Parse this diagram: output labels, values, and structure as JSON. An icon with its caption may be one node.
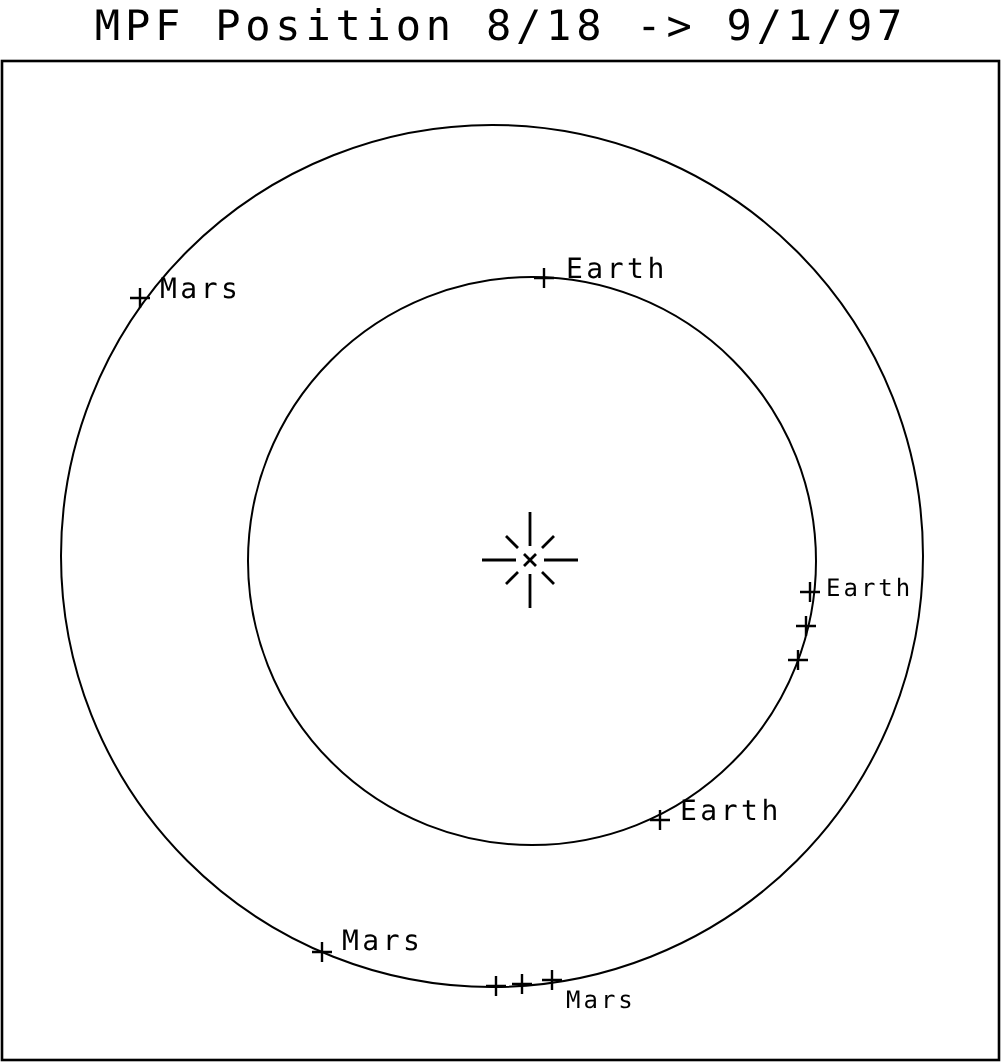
{
  "diagram": {
    "title": "MPF Position 8/18 -> 9/1/97",
    "labels": [
      "Mars",
      "Earth",
      "Earth",
      "Earth",
      "Mars",
      "Mars"
    ]
  }
}
